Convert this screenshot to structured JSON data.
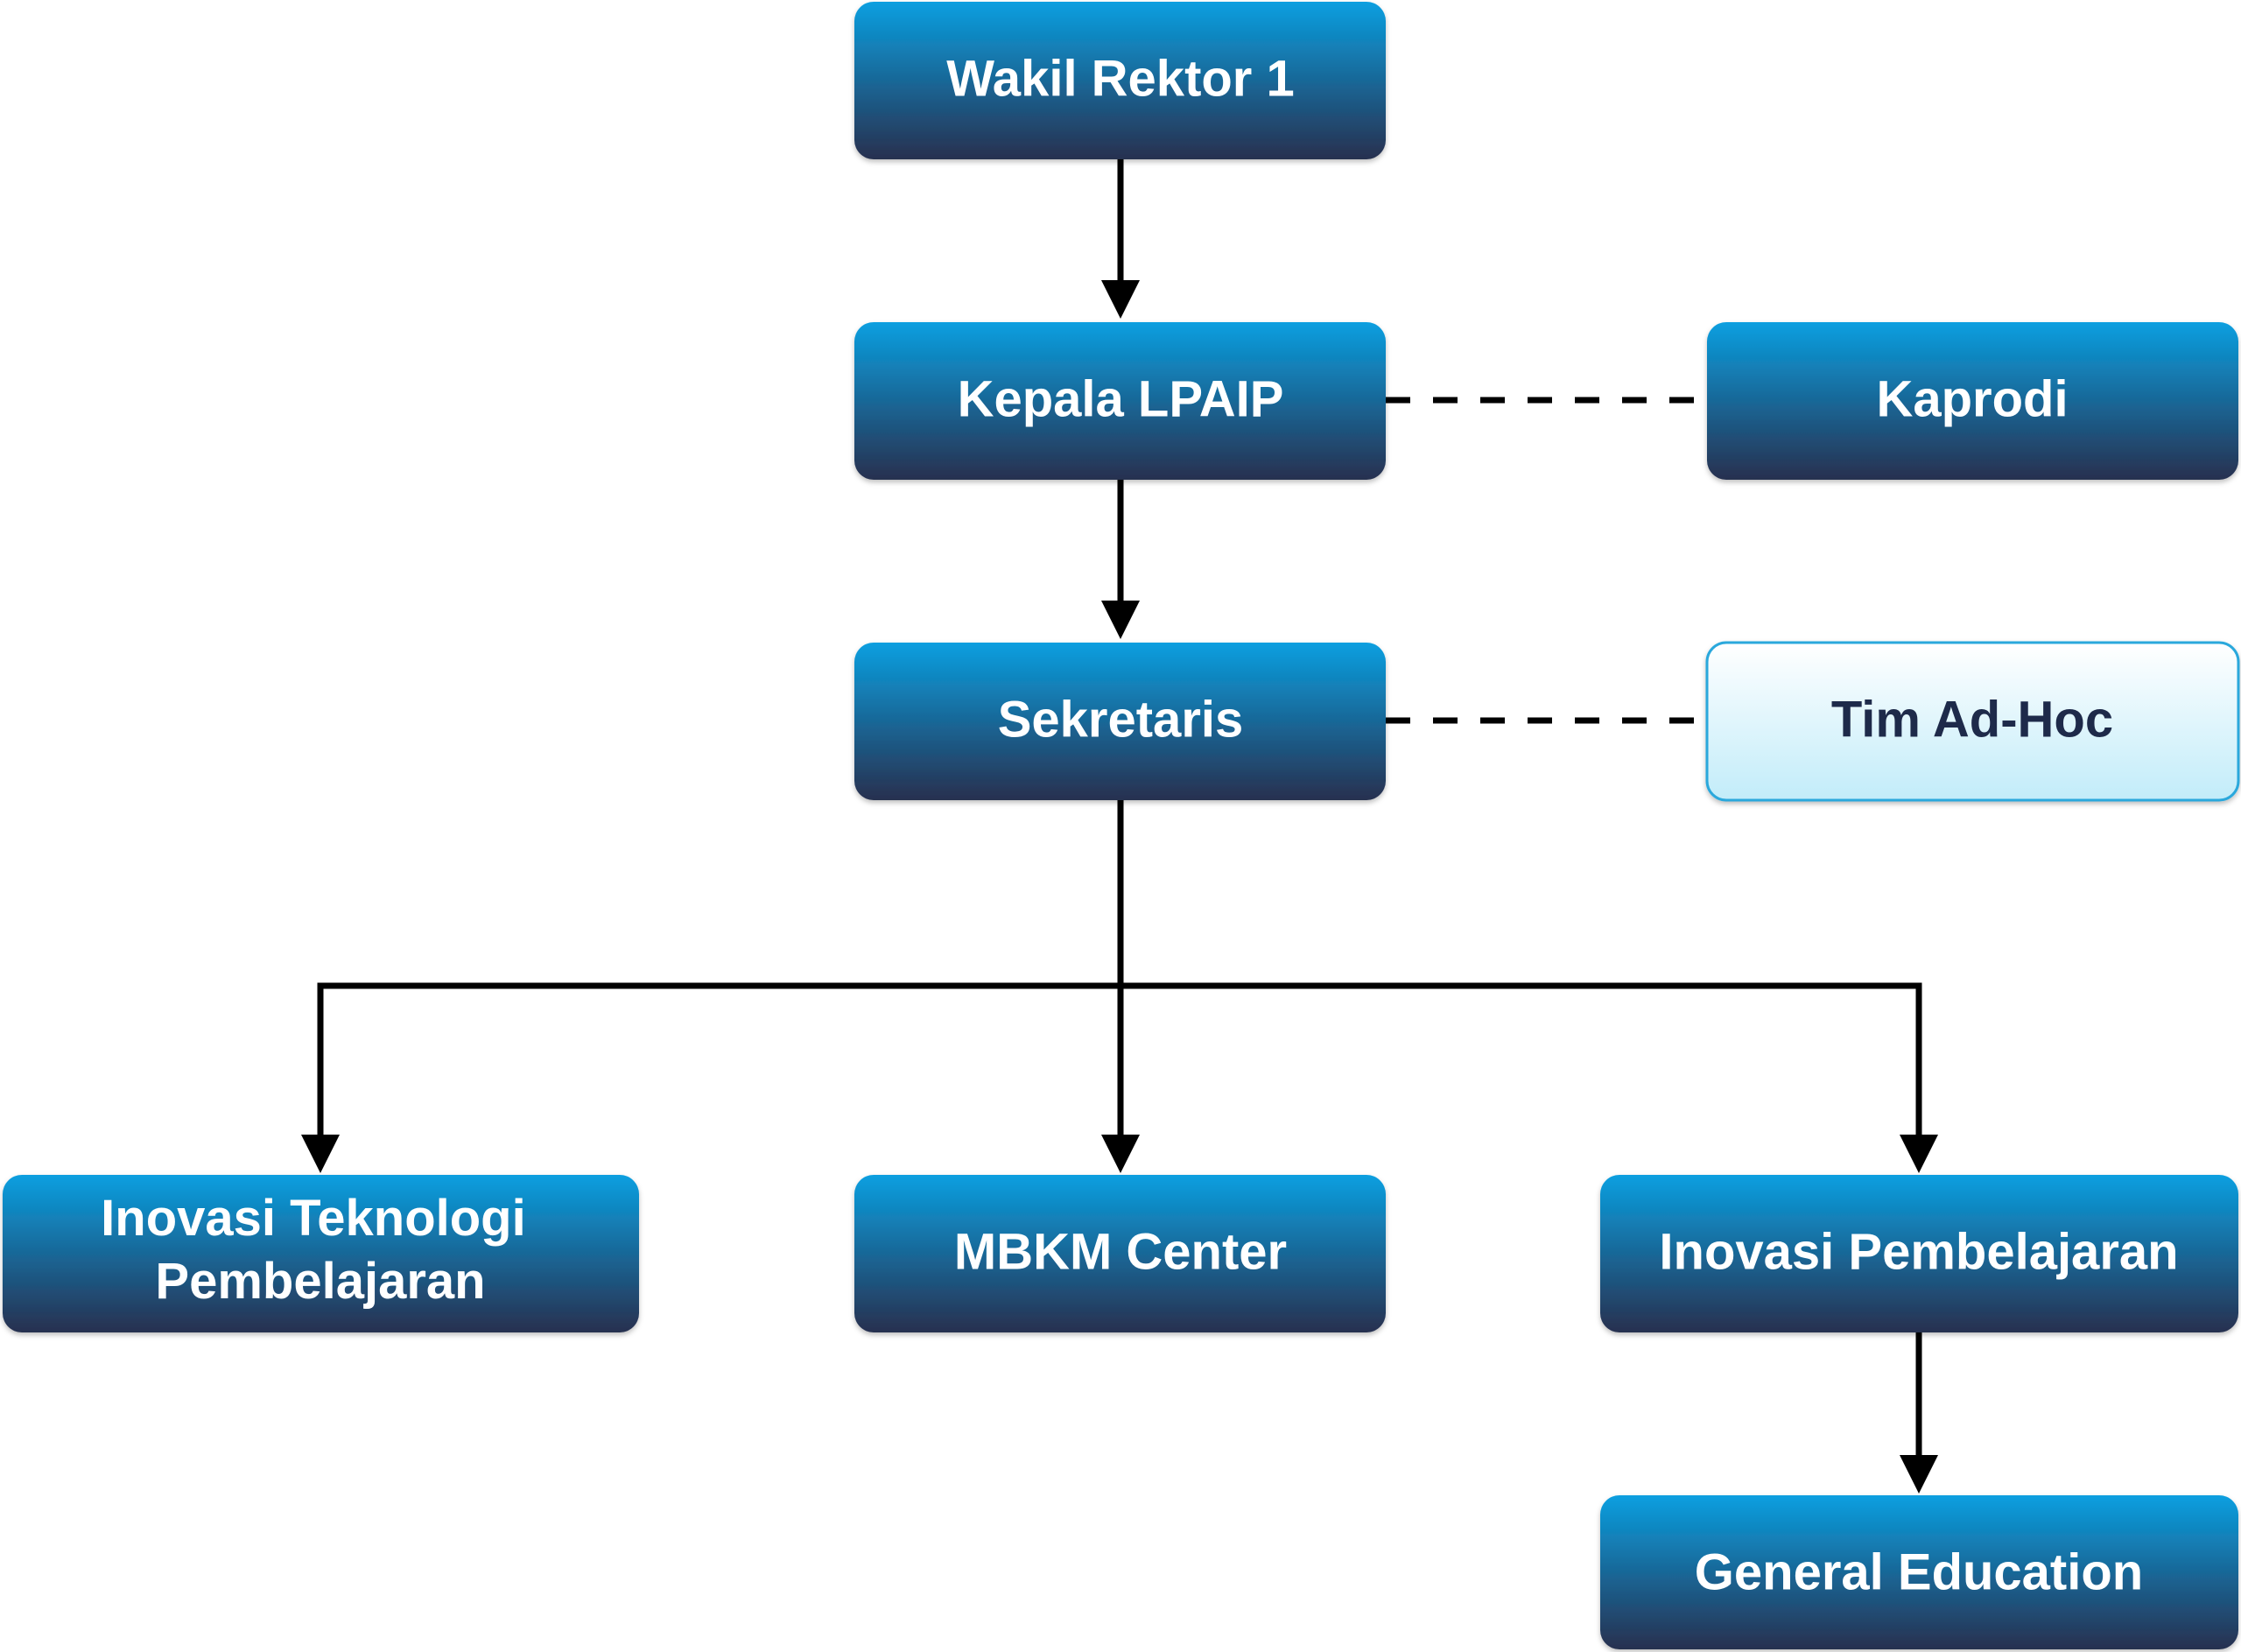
{
  "nodes": {
    "wakil_rektor": "Wakil Rektor 1",
    "kepala_lpaip": "Kepala LPAIP",
    "kaprodi": "Kaprodi",
    "sekretaris": "Sekretaris",
    "tim_adhoc": "Tim Ad-Hoc",
    "inovasi_teknologi": [
      "Inovasi Teknologi",
      "Pembelajaran"
    ],
    "mbkm_center": "MBKM Center",
    "inovasi_pembelajaran": "Inovasi Pembelajaran",
    "general_education": "General Education"
  },
  "colors": {
    "box_top": "#0a9fe0",
    "box_bottom": "#28304f",
    "light_top": "#ffffff",
    "light_bottom": "#c2ecf9",
    "light_border": "#2ba8dc",
    "line": "#000000"
  }
}
